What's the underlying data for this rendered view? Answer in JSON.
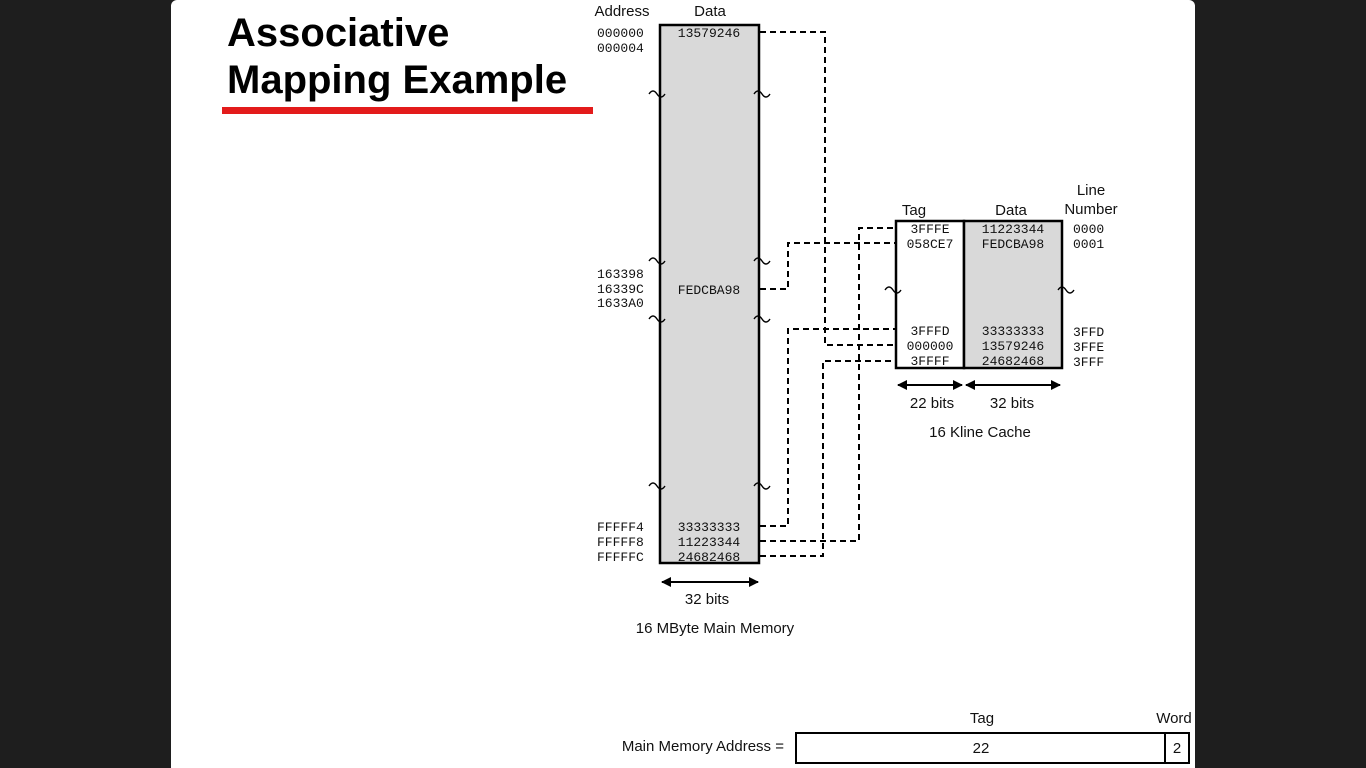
{
  "slide": {
    "title_line1": "Associative",
    "title_line2": "Mapping Example"
  },
  "main_memory": {
    "address_header": "Address",
    "data_header": "Data",
    "top_rows": [
      {
        "address": "000000",
        "data": "13579246"
      },
      {
        "address": "000004",
        "data": ""
      }
    ],
    "middle_rows": [
      {
        "address": "163398",
        "data": ""
      },
      {
        "address": "16339C",
        "data": "FEDCBA98"
      },
      {
        "address": "1633A0",
        "data": ""
      }
    ],
    "bottom_rows": [
      {
        "address": "FFFFF4",
        "data": "33333333"
      },
      {
        "address": "FFFFF8",
        "data": "11223344"
      },
      {
        "address": "FFFFFC",
        "data": "24682468"
      }
    ],
    "width_label": "32 bits",
    "caption": "16 MByte Main Memory"
  },
  "cache": {
    "tag_header": "Tag",
    "data_header": "Data",
    "line_header_1": "Line",
    "line_header_2": "Number",
    "top_rows": [
      {
        "tag": "3FFFE",
        "data": "11223344",
        "line": "0000"
      },
      {
        "tag": "058CE7",
        "data": "FEDCBA98",
        "line": "0001"
      }
    ],
    "bottom_rows": [
      {
        "tag": "3FFFD",
        "data": "33333333",
        "line": "3FFD"
      },
      {
        "tag": "000000",
        "data": "13579246",
        "line": "3FFE"
      },
      {
        "tag": "3FFFF",
        "data": "24682468",
        "line": "3FFF"
      }
    ],
    "tag_bits": "22 bits",
    "data_bits": "32 bits",
    "caption": "16 Kline Cache"
  },
  "address_format": {
    "label": "Main Memory Address =",
    "tag_header": "Tag",
    "word_header": "Word",
    "tag_value": "22",
    "word_value": "2"
  }
}
